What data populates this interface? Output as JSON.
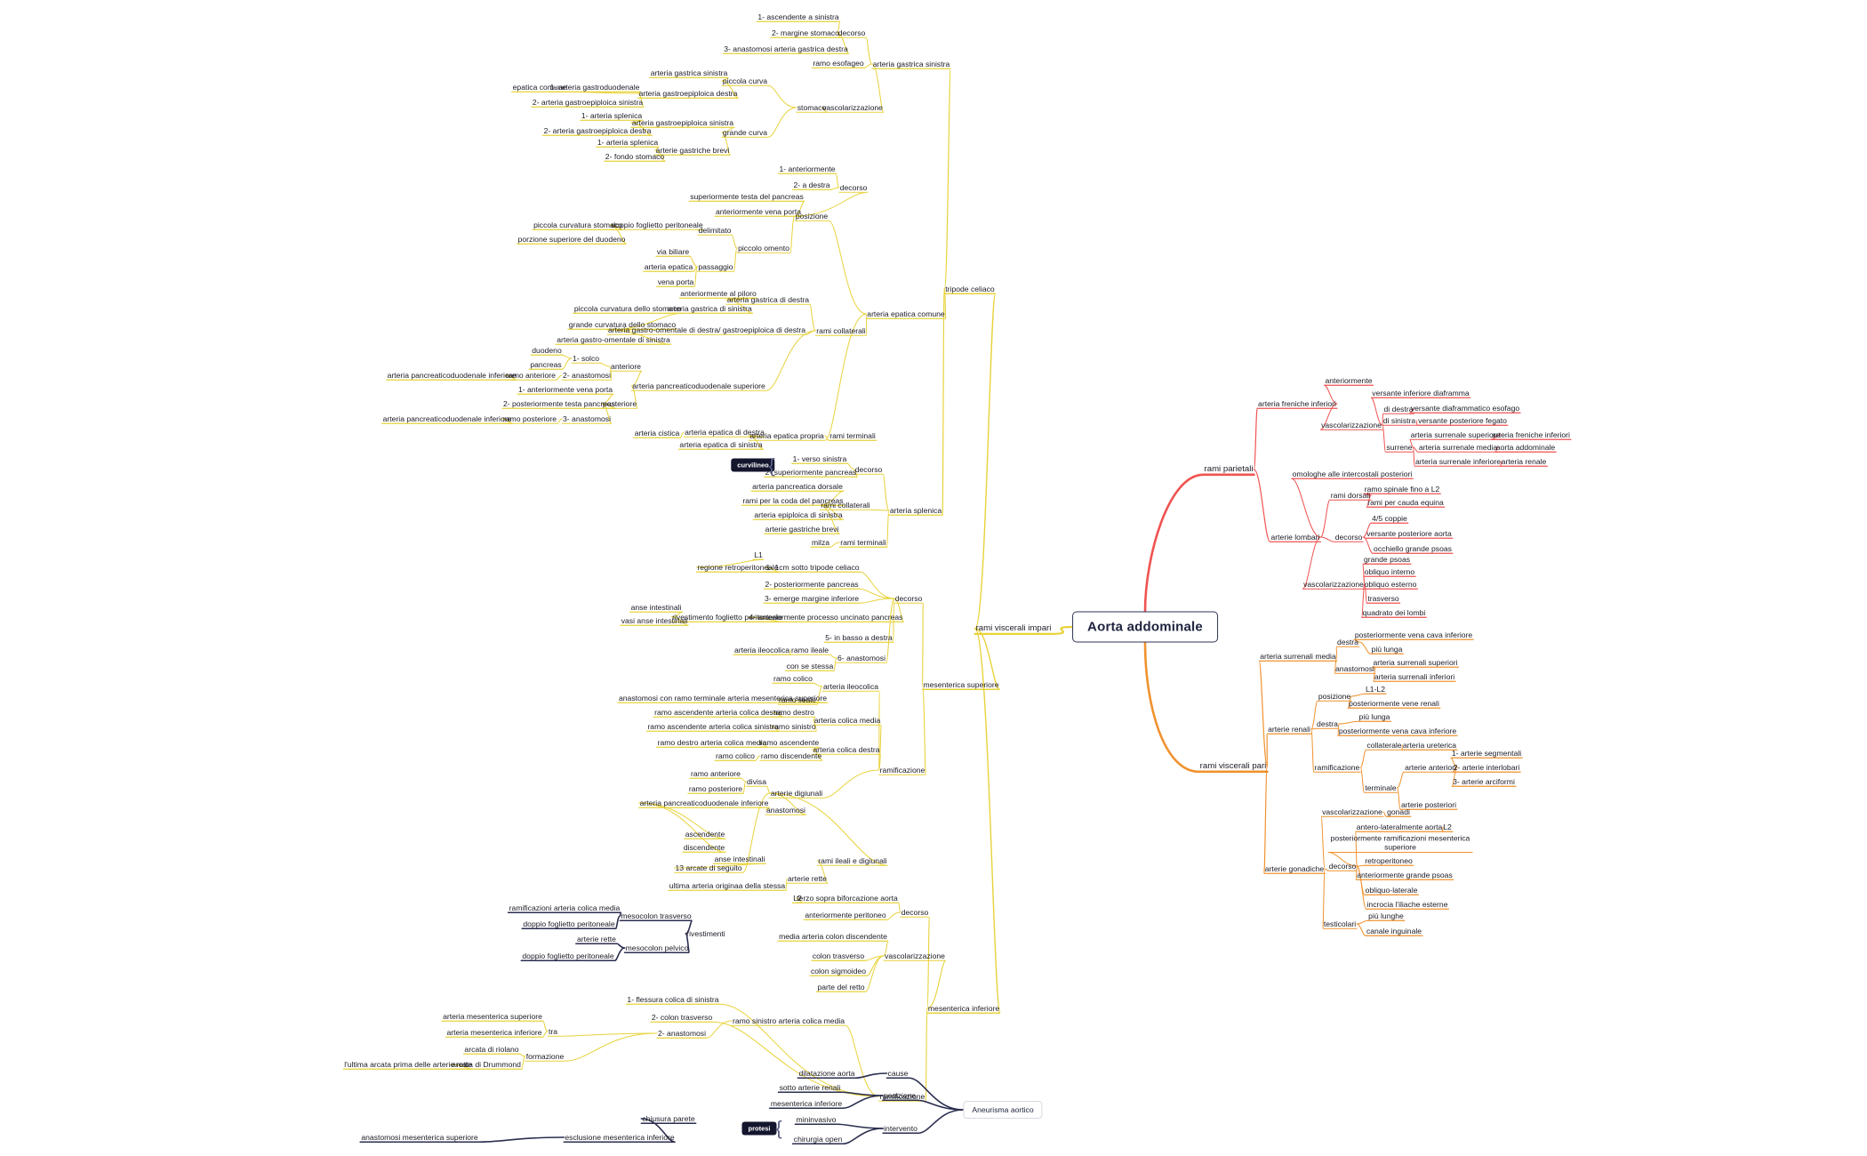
{
  "meta": {
    "title": "Aorta addominale",
    "type": "mindmap",
    "colors": {
      "root_border": "#2f3355",
      "parietali": "#ef5350",
      "viscerali_pari": "#f0922f",
      "viscerali_impari": "#e8d23a",
      "dark": "#2b2e4f"
    }
  },
  "root": {
    "label": "Aorta addominale"
  },
  "branches": {
    "impari": {
      "label": "rami viscerali impari"
    },
    "parietali": {
      "label": "rami parietali"
    },
    "pari": {
      "label": "rami viscerali pari"
    }
  },
  "labels": {
    "tripode_celiaco": "tripode celiaco",
    "mesenterica_superiore": "mesenterica superiore",
    "mesenterica_inferiore": "mesenterica inferiore",
    "arteria_gastrica_sinistra": "arteria gastrica sinistra",
    "decorso": "decorso",
    "ascendente_sinistra": "1- ascendente a sinistra",
    "margine_stomaco": "2- margine stomaco",
    "anastomosi_gastrica_destra": "3- anastomosi arteria gastrica destra",
    "ramo_esofageo": "ramo esofageo",
    "stomaco": "stomaco",
    "vascolarizzazione": "vascolarizzazione",
    "piccola_curva": "piccola curva",
    "grande_curva": "grande curva",
    "arteria_gastroepiploica_destra": "arteria gastroepiploica destra",
    "arteria_gastroepiploica_sinistra": "arteria gastroepiploica sinistra",
    "arterie_gastriche_brevi": "arterie gastriche brevi",
    "epatica_comune": "epatica comune",
    "a1_gastroduodenale": "1- arteria gastroduodenale",
    "a2_gastroepiploica_sin": "2- arteria gastroepiploica sinistra",
    "a1_splenica": "1- arteria splenica",
    "a2_gastroepiploica_dx": "2- arteria gastroepiploica destra",
    "a1_splenica_b": "1- arteria splenica",
    "a2_fondo_stomaco": "2- fondo stomaco",
    "arteria_epatica_comune": "arteria epatica comune",
    "posizione": "posizione",
    "anteriormente": "1- anteriormente",
    "a_destra": "2- a destra",
    "sup_testa_pancreas": "superiormente testa del pancreas",
    "ant_vena_porta": "anteriormente vena porta",
    "piccolo_omento": "piccolo omento",
    "piccola_curvatura_stomaco": "piccola curvatura stomaco",
    "porzione_superiore_duodeno": "porzione superiore del duodeno",
    "doppio_foglietto_peritoneale": "doppio foglietto peritoneale",
    "delimitato": "delimitato",
    "via_biliare": "via biliare",
    "arteria_epatica": "arteria epatica",
    "vena_porta": "vena porta",
    "passaggio": "passaggio",
    "rami_collaterali": "rami collaterali",
    "arteria_gastrica_di_destra": "arteria gastrica di destra",
    "ant_al_piloro": "anteriormente al piloro",
    "arteria_gastrica_di_sinistra": "arteria gastrica di sinistra",
    "pd_superiore": "arteria pancreaticoduodenale superiore",
    "gastro_omentale_dx": "arteria gastro-omentale di destra/ gastroepiploica di destra",
    "piccola_curvatura_dello_stomaco": "piccola curvatura dello stomaco",
    "grande_curvatura_dello_stomaco": "grande curvatura dello stomaco",
    "gastro_omentale_sin": "arteria gastro-omentale di sinistra",
    "anteriore": "anteriore",
    "posteriore": "posteriore",
    "duodeno": "duodeno",
    "pancreas": "pancreas",
    "solco": "1- solco",
    "anastomosi2": "2- anastomosi",
    "ramo_anteriore": "ramo anteriore",
    "pd_inferiore": "arteria pancreaticoduodenale inferiore",
    "ant_vena_porta2": "1- anteriormente vena porta",
    "post_testa_pancreas": "2- posteriormente testa pancreas",
    "anastomosi3": "3- anastomosi",
    "ramo_posteriore": "ramo posteriore",
    "pd_inferiore2": "arteria pancreaticoduodenale inferiore",
    "arteria_cistica": "arteria cistica",
    "arteria_epatica_di_destra": "arteria epatica di destra",
    "arteria_epatica_di_sinistra": "arteria epatica di sinistra",
    "arteria_epatica_propria": "arteria epatica propria",
    "rami_terminali": "rami terminali",
    "arteria_splenica": "arteria splenica",
    "curvilineo": "curvilineo",
    "verso_sinistra": "1- verso sinistra",
    "sup_pancreas": "2- superiormente pancreas",
    "pancreatica_dorsale": "arteria pancreatica dorsale",
    "rami_coda_pancreas": "rami per la coda del pancreas",
    "epiploica_sinistra": "arteria epiploica di sinistra",
    "gastriche_brevi": "arterie gastriche brevi",
    "milza": "milza",
    "rami_terminali2": "rami terminali",
    "L1": "L1",
    "regione_retroperitoneale": "regione retroperitoneale",
    "cm_sotto_tripode": "1- 1cm sotto tripode celiaco",
    "post_pancreas": "2- posteriormente pancreas",
    "emerge_margine_inferiore": "3- emerge margine inferiore",
    "ant_processo_uncinato": "4- anteriormente processo uncinato pancreas",
    "in_basso_destra": "5- in basso a destra",
    "anastomosi4": "6- anastomosi",
    "rivestimento_foglietto": "rivestimento foglietto peritoneale",
    "anse_intestinali": "anse intestinali",
    "vasi_anse": "vasi anse intestinali",
    "arteria_ileocolica": "arteria ileocolica",
    "ramo_ileale": "ramo ileale",
    "con_se_stessa": "con se stessa",
    "ramificazione": "ramificazione",
    "ramo_colico": "ramo colico",
    "anast_ramo_terminale_ms": "anastomosi con ramo terminale arteria mesenterica superiore",
    "ramo_ileale2": "ramo ileale",
    "arteria_ileocolica2": "arteria ileocolica",
    "ramo_asc_colica_dx": "ramo ascendente arteria colica destra",
    "ramo_destro": "ramo destro",
    "ramo_asc_colica_sin": "ramo ascendente arteria colica sinistra",
    "ramo_sinistro": "ramo sinistro",
    "arteria_colica_media": "arteria colica media",
    "ramo_dx_colica_media": "ramo destro arteria colica media",
    "ramo_ascendente": "ramo ascendente",
    "ramo_colico2": "ramo colico",
    "ramo_discendente": "ramo discendente",
    "arteria_colica_destra": "arteria colica destra",
    "ramo_anteriore2": "ramo anteriore",
    "divisa": "divisa",
    "ramo_posteriore2": "ramo posteriore",
    "arterie_digiunali": "arterie digiunali",
    "arteria_pd_inferiore": "arteria pancreaticoduodenale inferiore",
    "anastomosi5": "anastomosi",
    "ascendente": "ascendente",
    "discendente": "discendente",
    "arcate_15": "13 arcate di seguito",
    "anse_intestinali2": "anse intestinali",
    "arterie_rette": "arterie rette",
    "ultima_arteria": "ultima arteria originaa della stessa",
    "rami_ileali_digiunali": "rami ileali e digiunali",
    "L2": "L2",
    "terzo_sopra_biforcazione": "terzo sopra biforcazione aorta",
    "ant_peritoneo": "anteriormente peritoneo",
    "media_arteria_colon_discendente": "media arteria colon discendente",
    "colon_trasverso2": "colon trasverso",
    "colon_sigmoideo": "colon sigmoideo",
    "parte_del_retto": "parte del retto",
    "ramificazioni_colica_media": "ramificazioni arteria colica media",
    "doppio_foglietto_peritoneale2": "doppio foglietto peritoneale",
    "mesocolon_trasverso": "mesocolon trasverso",
    "arterie_rette2": "arterie rette",
    "doppio_foglietto_peritoneale3": "doppio foglietto peritoneale",
    "mesocolon_pelvico": "mesocolon pelvico",
    "rivestimenti": "rivestimenti",
    "flessura_colica_sin": "1- flessura colica di sinistra",
    "colon_trasverso": "2- colon trasverso",
    "ramo_sinistro_colica_media": "ramo sinistro arteria colica media",
    "anastomosi6": "2- anastomosi",
    "tra": "tra",
    "arteria_mesenterica_superiore": "arteria mesenterica superiore",
    "arteria_mesenterica_inferiore": "arteria mesenterica inferiore",
    "arcata_di_riolano": "arcata di riolano",
    "arcata_di_drummond": "arcata di Drummond",
    "formazione": "formazione",
    "ultima_arcata": "l'ultima arcata prima delle arterie rette",
    "aneurisma_aortico": "Aneurisma aortico",
    "dilatazione_aorta": "dilatazione aorta",
    "cause": "cause",
    "sotto_arterie_renali": "sotto arterie renali",
    "mesenterica_inferiore2": "mesenterica inferiore",
    "posizione2": "posizione",
    "mininvasivo": "mininvasivo",
    "chirurgia_open": "chirurgia open",
    "intervento": "intervento",
    "protesi": "protesi",
    "chiusura_parete": "chiusura parete",
    "esclusione_mi": "esclusione mesenterica inferiore",
    "anastomosi_ms": "anastomosi mesenterica superiore",
    "arteria_freniche_inferiori": "arteria freniche inferiori",
    "anteriormente2": "anteriormente",
    "vascolarizzazione2": "vascolarizzazione",
    "versante_inferiore_diaframma": "versante inferiore diaframma",
    "di_destra": "di destra",
    "versante_diaframmatico_esofago": "versante diaframmatico esofago",
    "di_sinistra": "di sinistra",
    "versante_posteriore_fegato": "versante posteriore fegato",
    "surrene": "surrene",
    "arteria_surrenale_superiore": "arteria surrenale superiore",
    "arteria_freniche_inferiori2": "arteria freniche inferiori",
    "arteria_surrenale_media": "arteria surrenale media",
    "aorta_addominale2": "aorta addominale",
    "arteria_surrenale_inferiore": "arteria surrenale inferiore",
    "arteria_renale2": "arteria renale",
    "arterie_lombari": "arterie lombari",
    "omologhe_intercostali": "omologhe alle intercostali posteriori",
    "rami_dorsali": "rami dorsali",
    "ramo_spinale_L2": "ramo spinale fino a L2",
    "rami_cauda_equina": "rami per cauda equina",
    "coppie_45": "4/5 coppie",
    "versante_posteriore_aorta": "versante posteriore aorta",
    "occhiello_grande_psoas": "occhiello grande psoas",
    "decorso2": "decorso",
    "grande_psoas": "grande psoas",
    "obliquo_interno": "obliquo interno",
    "obliquo_esterno": "obliquo esterno",
    "trasverso": "trasverso",
    "quadrato_dei_lombi": "quadrato dei lombi",
    "vascolarizzazione3": "vascolarizzazione",
    "arteria_surrenali_media": "arteria surrenali media",
    "destra": "destra",
    "post_vena_cava_inferiore": "posteriormente vena cava inferiore",
    "piu_lunga": "più lunga",
    "anastomosi7": "anastomosi",
    "arteria_surrenali_superiori": "arteria surrenali superiori",
    "arteria_surrenali_inferiori": "arteria surrenali inferiori",
    "arterie_renali": "arterie renali",
    "posizione3": "posizione",
    "L1_L2": "L1-L2",
    "post_vene_renali": "posteriormente vene renali",
    "destra2": "destra",
    "piu_lunga2": "più lunga",
    "post_vena_cava_inf2": "posteriormente vena cava inferiore",
    "ramificazione2": "ramificazione",
    "collaterale": "collaterale",
    "arteria_ureterica": "arteria ureterica",
    "terminale": "terminale",
    "arterie_anteriori": "arterie anteriori",
    "arterie_posteriori": "arterie posteriori",
    "arterie_segmentali": "1- arterie segmentali",
    "arterie_interlobari": "2- arterie interlobari",
    "arterie_arciformi": "3- arterie arciformi",
    "arterie_gonadiche": "arterie gonadiche",
    "vascolarizzazione4": "vascolarizzazione",
    "gonadi": "gonadi",
    "decorso3": "decorso",
    "antero_lat_aorta": "antero-lateralmente aorta",
    "L2b": "L2",
    "post_ramificazioni_ms": "posteriormente ramificazioni mesenterica superiore",
    "retroperitoneo": "retroperitoneo",
    "ant_grande_psoas": "anteriormente grande psoas",
    "obliquo_laterale": "obliquo-laterale",
    "incrocia_iliache_esterne": "incrocia l'iliache esterne",
    "testicolari": "testicolari",
    "piu_lunghe": "più lunghe",
    "canale_inguinale": "canale inguinale"
  }
}
